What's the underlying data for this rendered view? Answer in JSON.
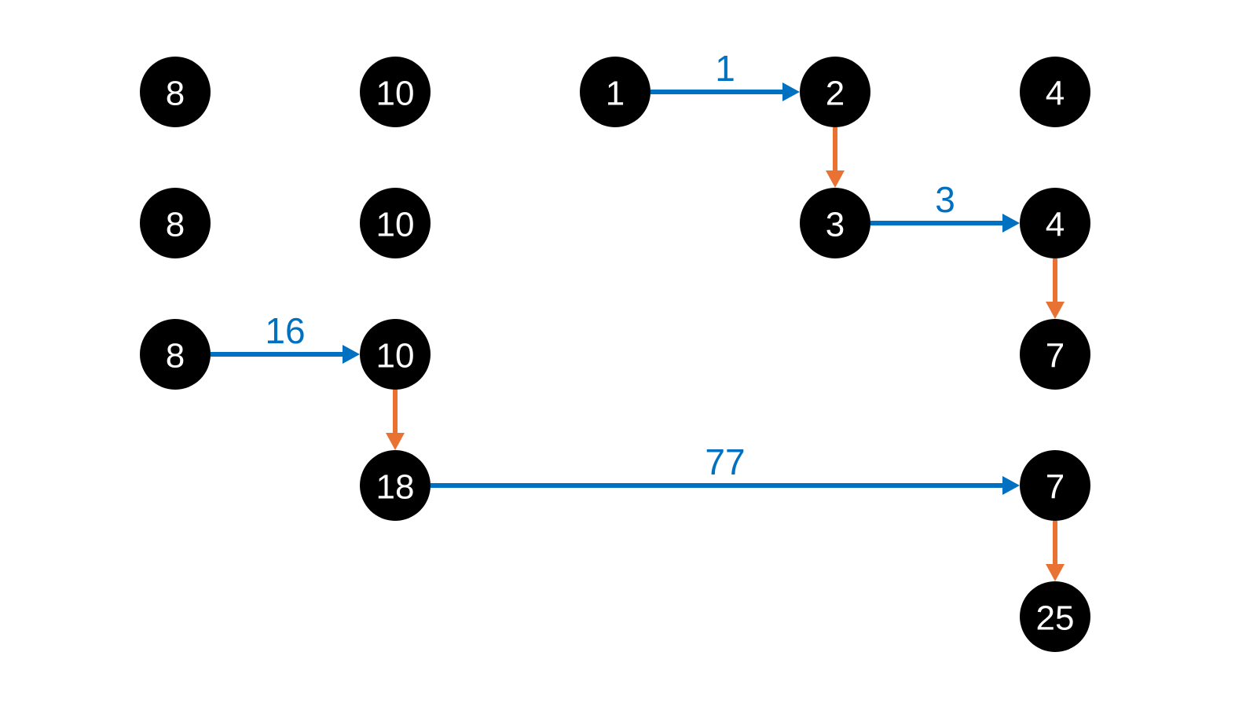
{
  "colors": {
    "node": "#000000",
    "node_text": "#ffffff",
    "horizontal_edge": "#0070C0",
    "vertical_edge": "#E97132"
  },
  "nodes": [
    {
      "id": "a",
      "value": "8"
    },
    {
      "id": "b",
      "value": "10"
    },
    {
      "id": "c",
      "value": "1"
    },
    {
      "id": "d",
      "value": "2"
    },
    {
      "id": "e",
      "value": "4"
    },
    {
      "id": "f",
      "value": "8"
    },
    {
      "id": "g",
      "value": "10"
    },
    {
      "id": "h",
      "value": "3"
    },
    {
      "id": "i",
      "value": "4"
    },
    {
      "id": "j",
      "value": "8"
    },
    {
      "id": "k",
      "value": "10"
    },
    {
      "id": "l",
      "value": "7"
    },
    {
      "id": "m",
      "value": "18"
    },
    {
      "id": "n",
      "value": "7"
    },
    {
      "id": "o",
      "value": "25"
    }
  ],
  "edges": [
    {
      "from": "c",
      "to": "d",
      "kind": "horizontal",
      "label": "1"
    },
    {
      "from": "h",
      "to": "i",
      "kind": "horizontal",
      "label": "3"
    },
    {
      "from": "j",
      "to": "k",
      "kind": "horizontal",
      "label": "16"
    },
    {
      "from": "m",
      "to": "n",
      "kind": "horizontal",
      "label": "77"
    },
    {
      "from": "d",
      "to": "h",
      "kind": "vertical"
    },
    {
      "from": "i",
      "to": "l",
      "kind": "vertical"
    },
    {
      "from": "k",
      "to": "m",
      "kind": "vertical"
    },
    {
      "from": "n",
      "to": "o",
      "kind": "vertical"
    }
  ]
}
